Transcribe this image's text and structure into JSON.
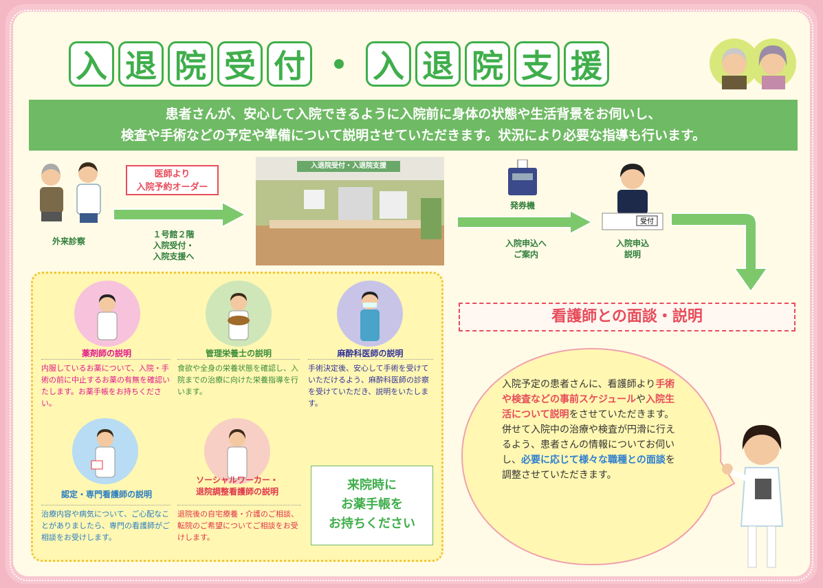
{
  "title_chars": [
    "入",
    "退",
    "院",
    "受",
    "付",
    "・",
    "入",
    "退",
    "院",
    "支",
    "援"
  ],
  "banner": {
    "line1": "患者さんが、安心して入院できるように入院前に身体の状態や生活背景をお伺いし、",
    "line2": "検査や手術などの予定や準備について説明させていただきます。状況により必要な指導も行います。"
  },
  "flow": {
    "outpatient": "外来診察",
    "order": {
      "line1": "医師より",
      "line2": "入院予約オーダー"
    },
    "direction": {
      "line1": "１号館２階",
      "line2": "入院受付・",
      "line3": "入院支援へ"
    },
    "photo_sign": "入退院受付・入退院支援",
    "ticket_machine": "発券機",
    "guide": {
      "line1": "入院申込へ",
      "line2": "ご案内"
    },
    "reception": {
      "line1": "入院申込",
      "line2": "説明"
    },
    "counter_sign": "受付"
  },
  "nurse_interview": "看護師との面談・説明",
  "roles": [
    {
      "title": "薬剤師の説明",
      "color": "#e0188c",
      "desc": "内服しているお薬について、入院・手術の前に中止するお薬の有無を確認いたします。お薬手帳をお持ちください。",
      "desc_color": "#e0188c"
    },
    {
      "title": "管理栄養士の説明",
      "color": "#3b8d3b",
      "desc": "食欲や全身の栄養状態を確認し、入院までの治療に向けた栄養指導を行います。",
      "desc_color": "#3b8d3b"
    },
    {
      "title": "麻酔科医師の説明",
      "color": "#34349a",
      "desc": "手術決定後、安心して手術を受けていただけるよう、麻酔科医師の診察を受けていただき、説明をいたします。",
      "desc_color": "#34349a"
    },
    {
      "title": "認定・専門看護師の説明",
      "color": "#2a7ec2",
      "desc": "治療内容や病気について、ご心配なことがありましたら、専門の看護師がご相談をお受けします。",
      "desc_color": "#2a7ec2"
    },
    {
      "title_line1": "ソーシャルワーカー・",
      "title_line2": "退院調整看護師の説明",
      "color": "#e0354a",
      "desc": "退院後の自宅療養・介護のご相談、転院のご希望についてご相談をお受けします。",
      "desc_color": "#e0354a"
    }
  ],
  "note": {
    "line1": "来院時に",
    "line2": "お薬手帳を",
    "line3": "お持ちください"
  },
  "bubble": {
    "t1": "入院予定の患者さんに、看護師より",
    "h1": "手術や検査などの事前スケジュール",
    "t2": "や",
    "h2": "入院生活について説明",
    "t3": "をさせていただきます。併せて入院中の治療や検査が円滑に行えるよう、患者さんの情報についてお伺いし、",
    "h3": "必要に応じて様々な職種との面談",
    "t4": "を調整させていただきます。"
  },
  "colors": {
    "green": "#6fba64",
    "pink_frame": "#f4b8c4",
    "cream": "#fffbe6",
    "red": "#e74c5a",
    "yellow": "#fff7b2"
  }
}
